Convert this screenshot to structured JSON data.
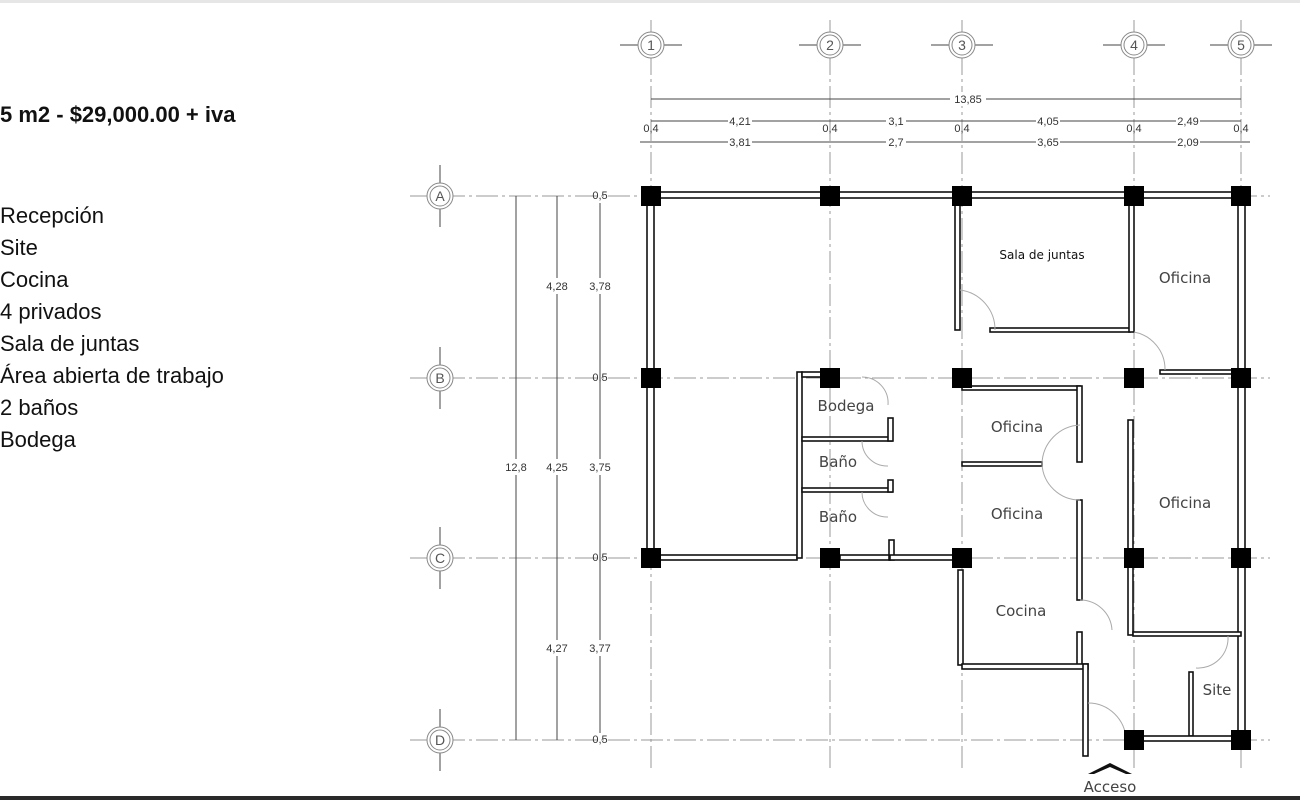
{
  "title": "5 m2 - $29,000.00 + iva",
  "amenities": [
    "Recepción",
    "Site",
    "Cocina",
    "4 privados",
    "Sala de juntas",
    "Área abierta de trabajo",
    "2 baños",
    "Bodega"
  ],
  "plan": {
    "columns_axis": [
      "1",
      "2",
      "3",
      "4",
      "5"
    ],
    "rows_axis": [
      "A",
      "B",
      "C",
      "D"
    ],
    "top_dims": {
      "total": "13,85",
      "axis_spans": [
        "4,21",
        "3,1",
        "4,05",
        "2,49"
      ],
      "column_widths": [
        "0,4",
        "0,4",
        "0,4",
        "0,4",
        "0,4"
      ],
      "clear_spans": [
        "3,81",
        "2,7",
        "3,65",
        "2,09"
      ]
    },
    "left_dims": {
      "total": "12,8",
      "axis_spans": [
        "4,28",
        "4,25",
        "4,27"
      ],
      "clear_spans": [
        "3,78",
        "3,75",
        "3,77"
      ],
      "row_widths": [
        "0,5",
        "0,5",
        "0,5",
        "0,5"
      ]
    },
    "rooms": {
      "sala_juntas": "Sala de juntas",
      "oficina_1": "Oficina",
      "bodega": "Bodega",
      "oficina_2": "Oficina",
      "bano_1": "Baño",
      "oficina_3": "Oficina",
      "oficina_4": "Oficina",
      "bano_2": "Baño",
      "cocina": "Cocina",
      "site": "Site"
    },
    "access_label": "Acceso"
  }
}
